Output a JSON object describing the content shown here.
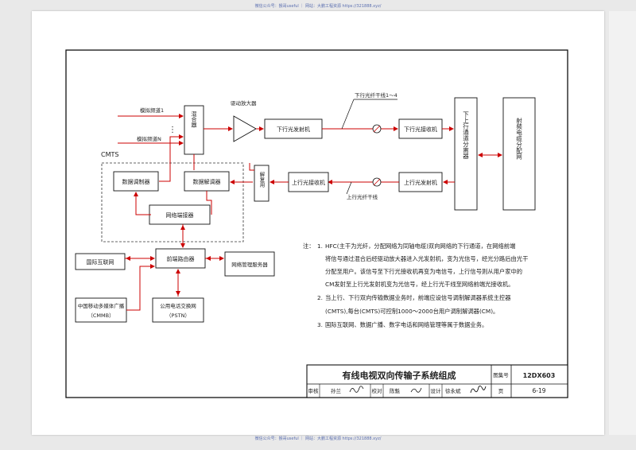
{
  "watermark": "微信公众号：猴哥useful ｜ 网站：大鹏工程资源 https://321888.xyz/",
  "diagram": {
    "cmts_label": "CMTS",
    "inputs": {
      "analog1": "模拟频道1",
      "analogN": "模拟频道N",
      "dots": "⋮"
    },
    "mixer": "混合器",
    "amplifier": "驱动放大器",
    "downstream_tx": "下行光发射机",
    "downstream_fiber": "下行光纤干线1～4",
    "downstream_rx": "下行光接收机",
    "up_down_splitter": "下上行通道分离器",
    "distribution_network": "射频电缆分配网",
    "data_modulator": "数据调制器",
    "data_demodulator": "数据解调器",
    "network_interface": "网络端接器",
    "demultiplexer": "解复用",
    "upstream_rx": "上行光接收机",
    "upstream_tx": "上行光发射机",
    "upstream_fiber": "上行光纤干线",
    "headend_router": "前端路由器",
    "internet": "国际互联网",
    "nms": "网络管理服务器",
    "cmmb": [
      "中国移动多媒体广播",
      "（CMMB）"
    ],
    "pstn": [
      "公用电话交换网",
      "（PSTN）"
    ]
  },
  "notes": {
    "label": "注：",
    "lines": [
      {
        "num": "1.",
        "text": "HFC(主干为光纤，分配网络为同轴电缆)双向网络的下行通道，在网络前端"
      },
      {
        "num": "",
        "text": "将信号通过混合后经驱动放大器进入光发射机，变为光信号，经光分路后由光干"
      },
      {
        "num": "",
        "text": "分配至用户。该信号至下行光接收机再变为电信号，上行信号则从用户家中的"
      },
      {
        "num": "",
        "text": "CM发射至上行光发射机变为光信号，经上行光干线至网络前端光接收机。"
      },
      {
        "num": "2.",
        "text": "当上行、下行双向传输数据业务时，前端应设信号调制解调器系统主控器"
      },
      {
        "num": "",
        "text": "(CMTS),每台(CMTS)可控制1000～2000台用户调制解调器(CM)。"
      },
      {
        "num": "3.",
        "text": "国际互联网、数据广播、数字电话和网络管理等属于数据业务。"
      }
    ]
  },
  "title_block": {
    "title": "有线电视双向传输子系统组成",
    "atlas_label": "图集号",
    "atlas_no": "12DX603",
    "audit_label": "审核",
    "auditor": "孙兰",
    "check_label": "校对",
    "checker": "陈魁",
    "design_label": "设计",
    "designer": "徐永斌",
    "page_label": "页",
    "page_no": "6-19"
  }
}
